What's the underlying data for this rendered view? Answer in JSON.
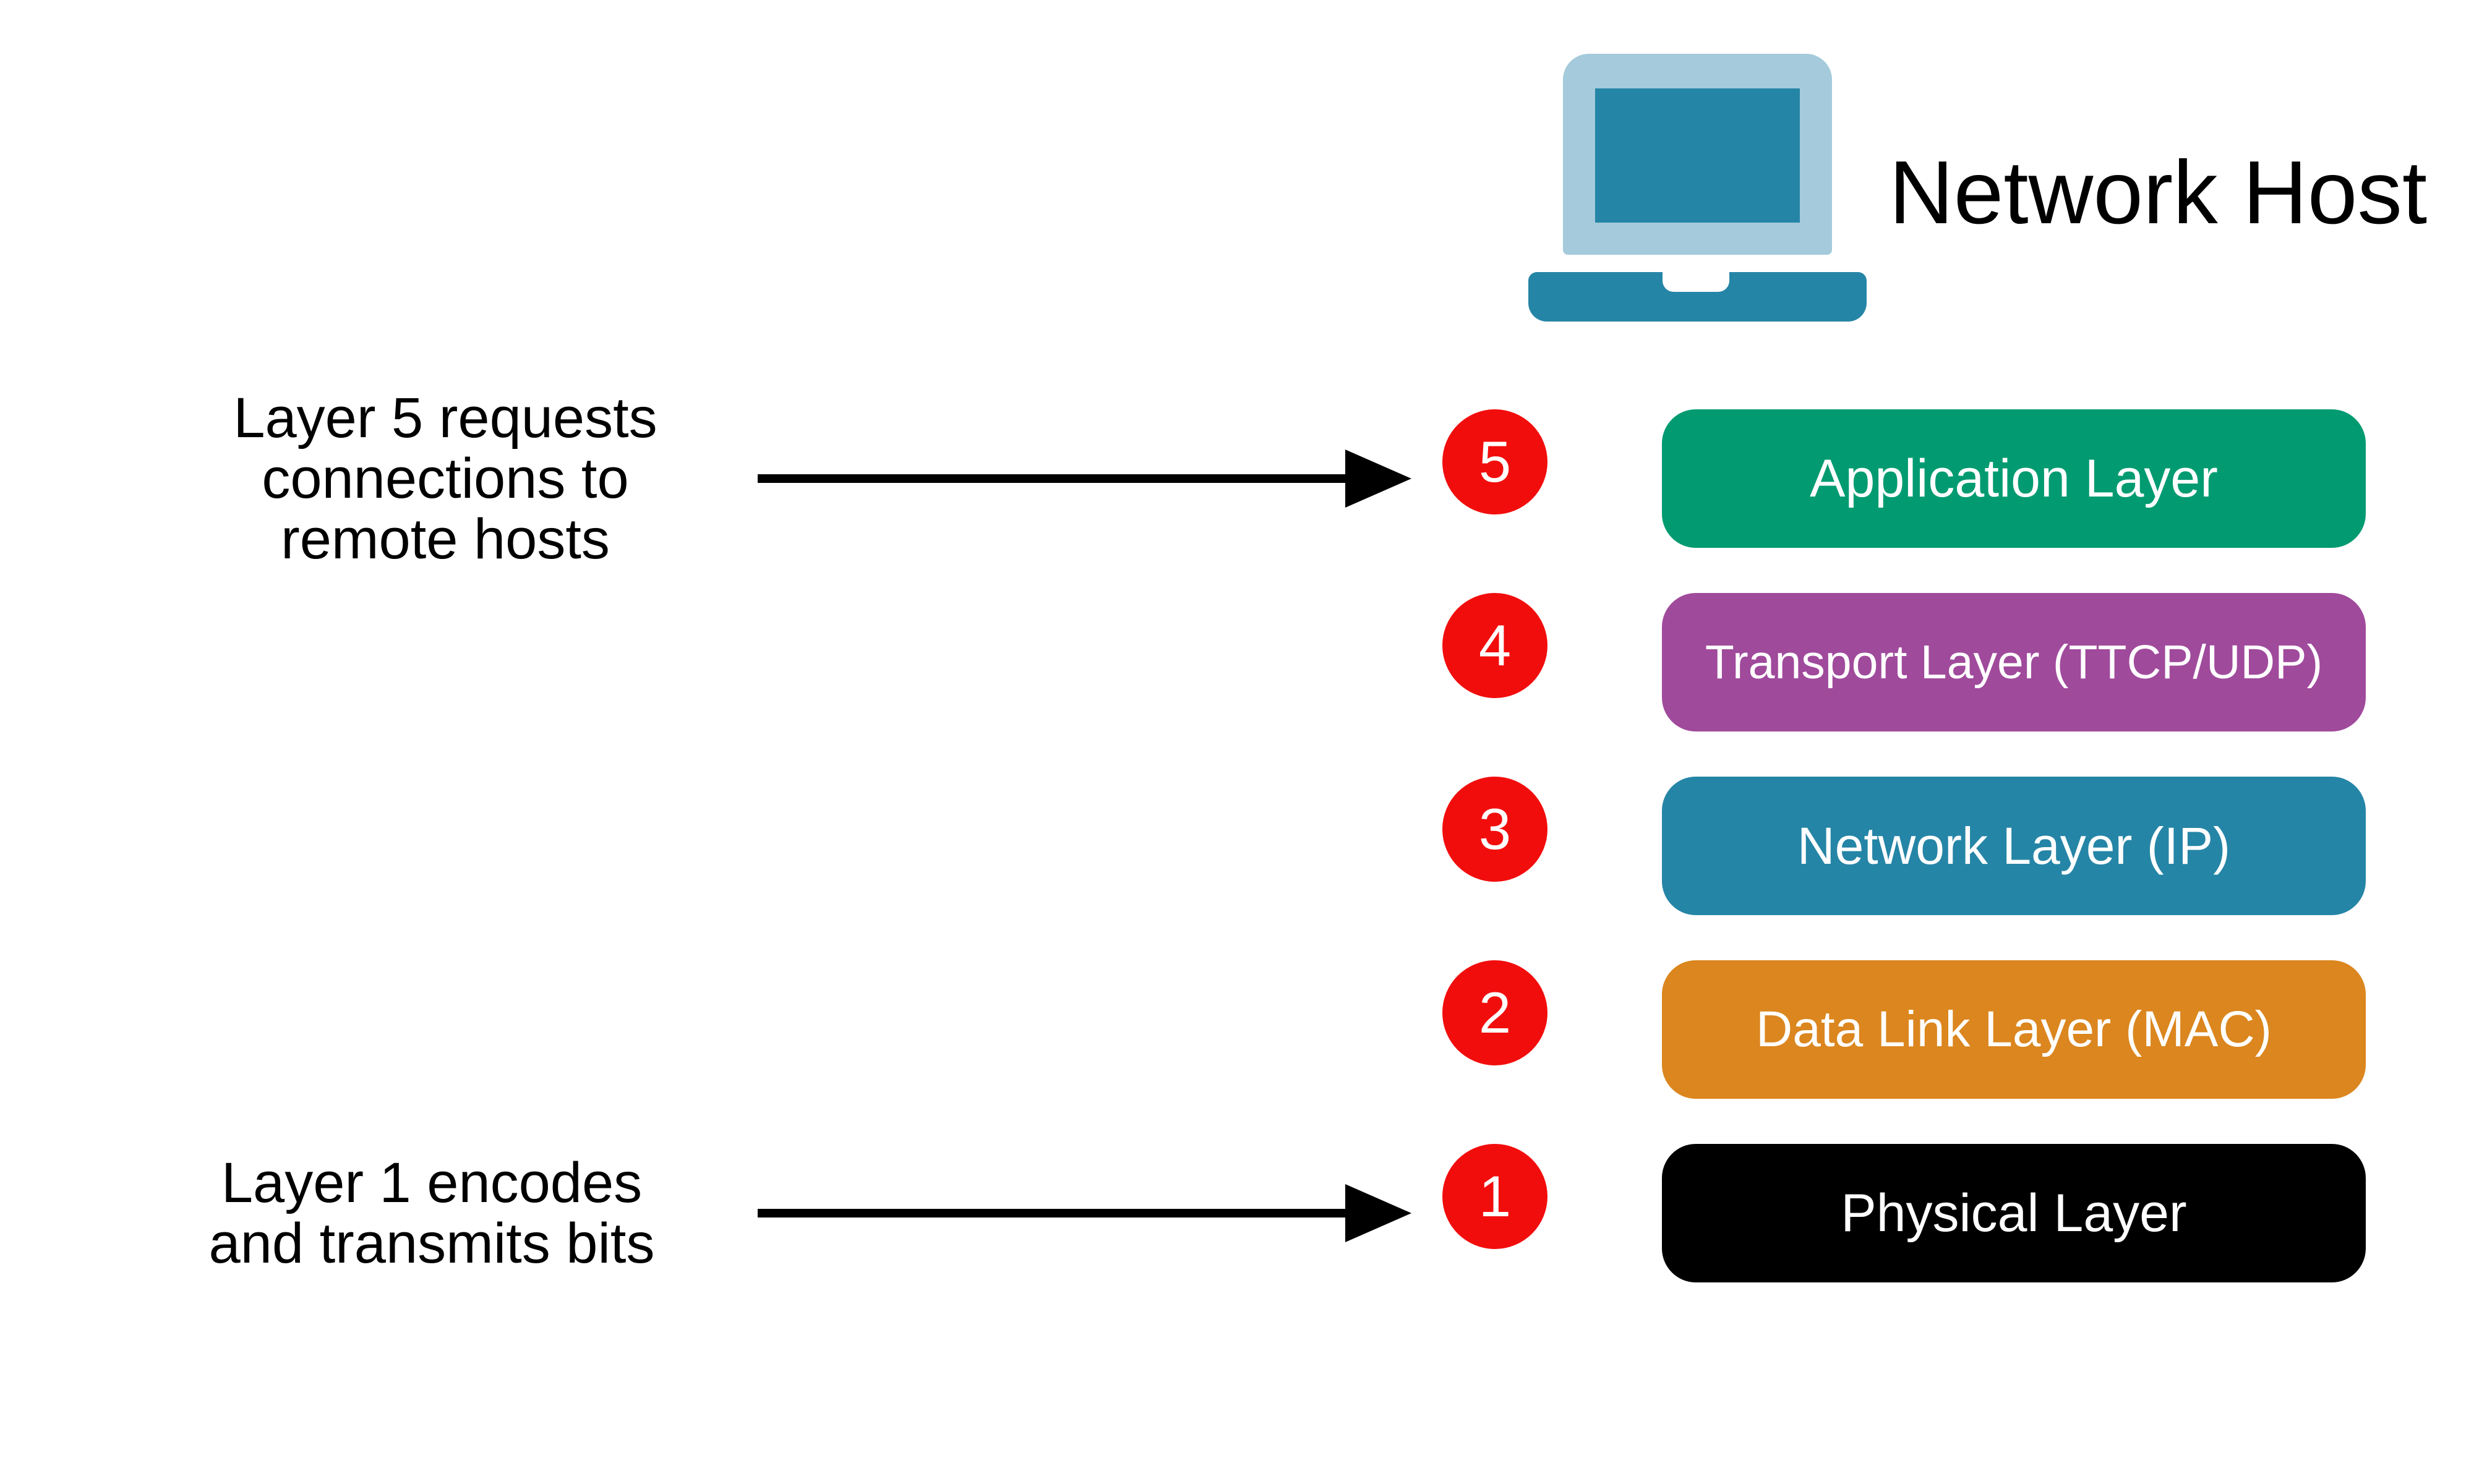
{
  "title": "Network Host",
  "icons": {
    "laptop": "laptop-icon"
  },
  "layers": [
    {
      "number": "5",
      "label": "Application Layer",
      "color": "#029B71"
    },
    {
      "number": "4",
      "label": "Transport Layer (TTCP/UDP)",
      "color": "#A04A9C"
    },
    {
      "number": "3",
      "label": "Network Layer (IP)",
      "color": "#2585A6"
    },
    {
      "number": "2",
      "label": "Data Link Layer (MAC)",
      "color": "#DB861E"
    },
    {
      "number": "1",
      "label": "Physical Layer",
      "color": "#000000"
    }
  ],
  "annotations": [
    {
      "target_layer": "5",
      "lines": [
        "Layer 5 requests",
        "connections to",
        "remote hosts"
      ]
    },
    {
      "target_layer": "1",
      "lines": [
        "Layer 1 encodes",
        "and transmits bits"
      ]
    }
  ],
  "colors": {
    "background": "#FFFFFF",
    "badge": "#F20D0D",
    "badge_text": "#FFFFFF",
    "box_text": "#FFFFFF",
    "title_text": "#000000",
    "annotation_text": "#000000",
    "arrow": "#000000",
    "laptop_lid": "#A4CADB",
    "laptop_screen": "#2585A6",
    "laptop_base": "#2585A6"
  }
}
